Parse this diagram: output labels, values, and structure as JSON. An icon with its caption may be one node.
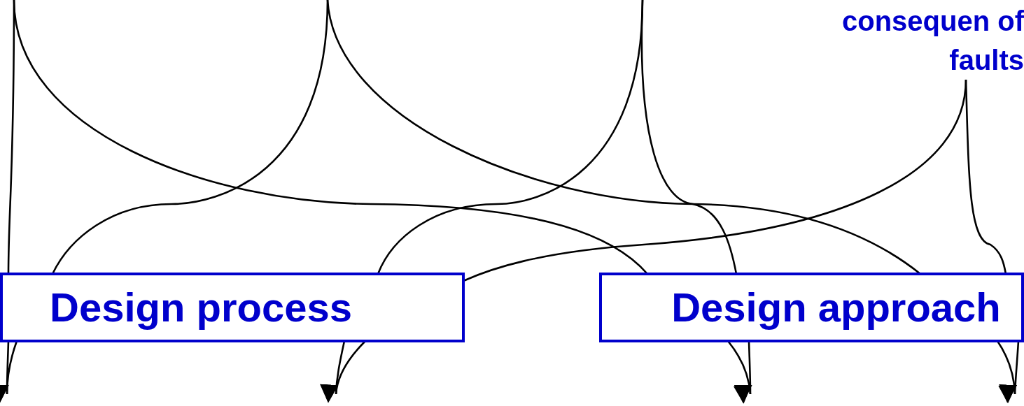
{
  "diagram": {
    "nodes": [
      {
        "text": [
          "consequen of faults"
        ]
      },
      {
        "text": [
          "Design process"
        ]
      },
      {
        "text": [
          "Design approach"
        ]
      }
    ],
    "edges": [
      {
        "from": null,
        "to": 1,
        "arrow": "none"
      },
      {
        "from": null,
        "to": 2,
        "arrow": "none"
      },
      {
        "from": null,
        "to": 1,
        "arrow": "none"
      },
      {
        "from": null,
        "to": 2,
        "arrow": "none"
      },
      {
        "from": null,
        "to": 1,
        "arrow": "none"
      },
      {
        "from": null,
        "to": 2,
        "arrow": "none"
      },
      {
        "from": 0,
        "to": 1,
        "arrow": "none"
      },
      {
        "from": 0,
        "to": 2,
        "arrow": "none"
      },
      {
        "from": 1,
        "to": null,
        "arrow": "to"
      },
      {
        "from": 1,
        "to": null,
        "arrow": "to"
      },
      {
        "from": 1,
        "to": null,
        "arrow": "to"
      },
      {
        "from": 1,
        "to": null,
        "arrow": "to"
      },
      {
        "from": 2,
        "to": null,
        "arrow": "to"
      },
      {
        "from": 2,
        "to": null,
        "arrow": "to"
      },
      {
        "from": 2,
        "to": null,
        "arrow": "to"
      },
      {
        "from": 2,
        "to": null,
        "arrow": "to"
      }
    ]
  }
}
